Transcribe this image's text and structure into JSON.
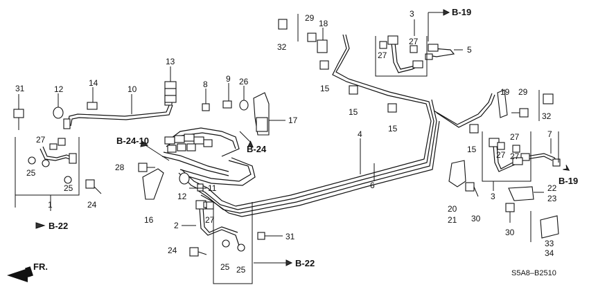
{
  "diagram": {
    "code": "S5A8–B2510",
    "front_label": "FR.",
    "refs": {
      "b19_top": "B-19",
      "b19_right": "B-19",
      "b22_left": "B-22",
      "b22_bottom": "B-22",
      "b24": "B-24",
      "b2410": "B-24-10"
    },
    "callouts": {
      "c1": "1",
      "c2": "2",
      "c3a": "3",
      "c3b": "3",
      "c4": "4",
      "c5": "5",
      "c6": "6",
      "c7": "7",
      "c8": "8",
      "c9": "9",
      "c10": "10",
      "c11": "11",
      "c12a": "12",
      "c12b": "12",
      "c13": "13",
      "c14": "14",
      "c15a": "15",
      "c15b": "15",
      "c15c": "15",
      "c15d": "15",
      "c16": "16",
      "c17": "17",
      "c18": "18",
      "c19": "19",
      "c20": "20",
      "c21": "21",
      "c22": "22",
      "c23": "23",
      "c24a": "24",
      "c24b": "24",
      "c25a": "25",
      "c25b": "25",
      "c25c": "25",
      "c25d": "25",
      "c26": "26",
      "c27a": "27",
      "c27b": "27",
      "c27c": "27",
      "c27d": "27",
      "c27e": "27",
      "c27f": "27",
      "c27g": "27",
      "c28": "28",
      "c29a": "29",
      "c29b": "29",
      "c30a": "30",
      "c30b": "30",
      "c31a": "31",
      "c31b": "31",
      "c32a": "32",
      "c32b": "32",
      "c33": "33",
      "c34": "34"
    }
  }
}
